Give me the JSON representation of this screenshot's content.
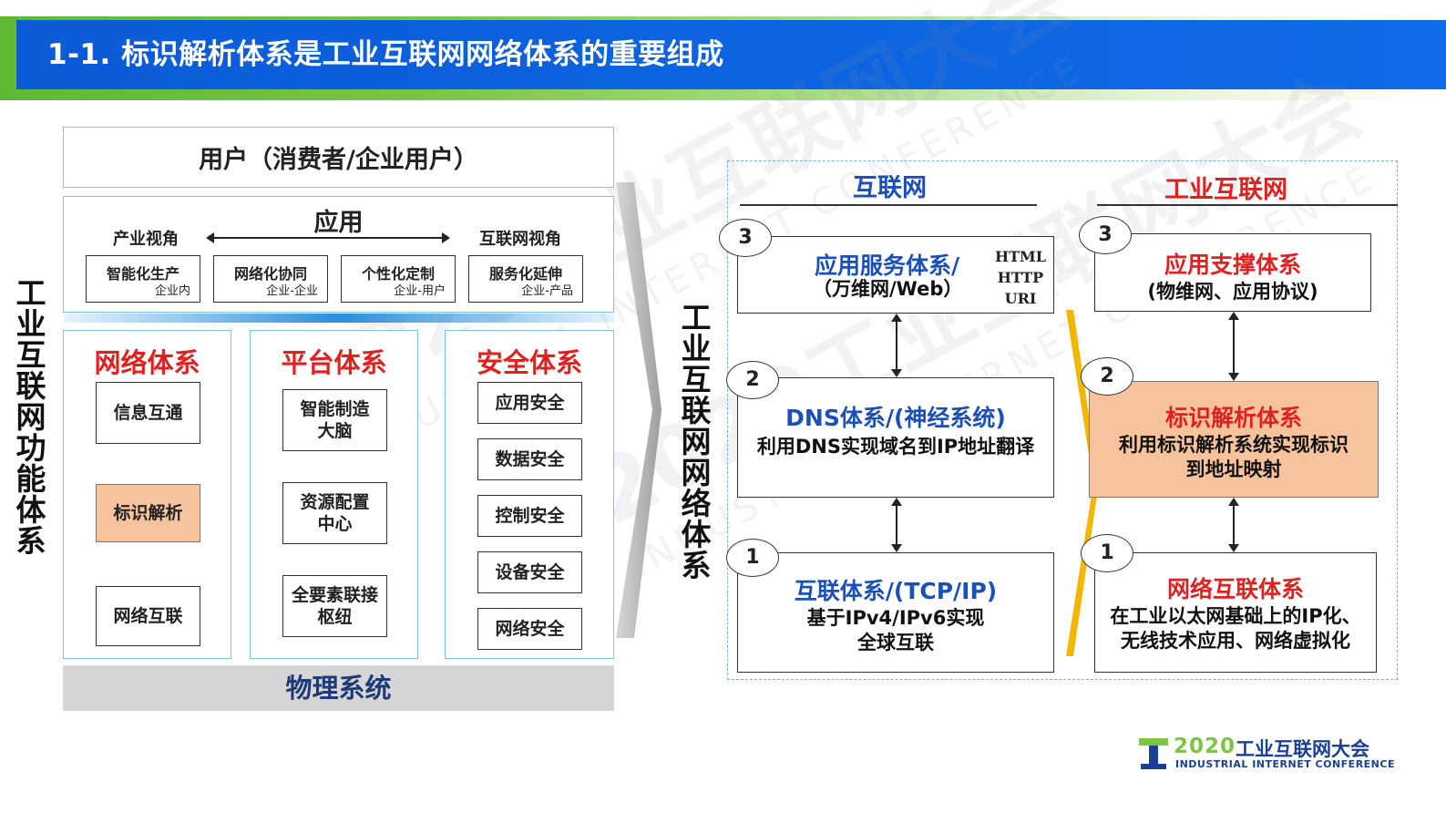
{
  "header": {
    "title": "1-1. 标识解析体系是工业互联网网络体系的重要组成"
  },
  "watermark": {
    "big": "2020工业互联网大会",
    "small": "INDUSTRIAL INTERNET CONFERENCE"
  },
  "left": {
    "vertical_label": "工业互联网功能体系",
    "user_label": "用户（消费者/企业用户）",
    "app": {
      "title": "应用",
      "left_view": "产业视角",
      "right_view": "互联网视角",
      "items": [
        {
          "main": "智能化生产",
          "sub": "企业内"
        },
        {
          "main": "网络化协同",
          "sub": "企业-企业"
        },
        {
          "main": "个性化定制",
          "sub": "企业-用户"
        },
        {
          "main": "服务化延伸",
          "sub": "企业-产品"
        }
      ]
    },
    "network": {
      "title": "网络体系",
      "items": [
        "信息互通",
        "标识解析",
        "网络互联"
      ]
    },
    "platform": {
      "title": "平台体系",
      "items": [
        "智能制造大脑",
        "资源配置中心",
        "全要素联接枢纽"
      ]
    },
    "security": {
      "title": "安全体系",
      "items": [
        "应用安全",
        "数据安全",
        "控制安全",
        "设备安全",
        "网络安全"
      ]
    },
    "physical": "物理系统"
  },
  "middle": {
    "vertical_label": "工业互联网网络体系"
  },
  "right": {
    "internet_head": "互联网",
    "industrial_head": "工业互联网",
    "internet": [
      {
        "num": "3",
        "title": "应用服务体系/",
        "desc": "（万维网/Web）",
        "protocols": [
          "HTML",
          "HTTP",
          "URI"
        ]
      },
      {
        "num": "2",
        "title": "DNS体系/(神经系统)",
        "desc": "利用DNS实现域名到IP地址翻译"
      },
      {
        "num": "1",
        "title": "互联体系/(TCP/IP)",
        "desc1": "基于IPv4/IPv6实现",
        "desc2": "全球互联"
      }
    ],
    "industrial": [
      {
        "num": "3",
        "title": "应用支撑体系",
        "desc": "(物维网、应用协议)"
      },
      {
        "num": "2",
        "title": "标识解析体系",
        "desc1": "利用标识解析系统实现标识",
        "desc2": "到地址映射"
      },
      {
        "num": "1",
        "title": "网络互联体系",
        "desc1": "在工业以太网基础上的IP化、",
        "desc2": "无线技术应用、网络虚拟化"
      }
    ]
  },
  "logo": {
    "year": "2020",
    "name": "工业互联网大会",
    "en": "INDUSTRIAL  INTERNET  CONFERENCE"
  },
  "colors": {
    "header_blue": "#0d63e0",
    "accent_red": "#e0211f",
    "title_blue": "#1a50b8",
    "orange_fill": "#f6c39d",
    "gold_arrow": "#f2b705"
  }
}
